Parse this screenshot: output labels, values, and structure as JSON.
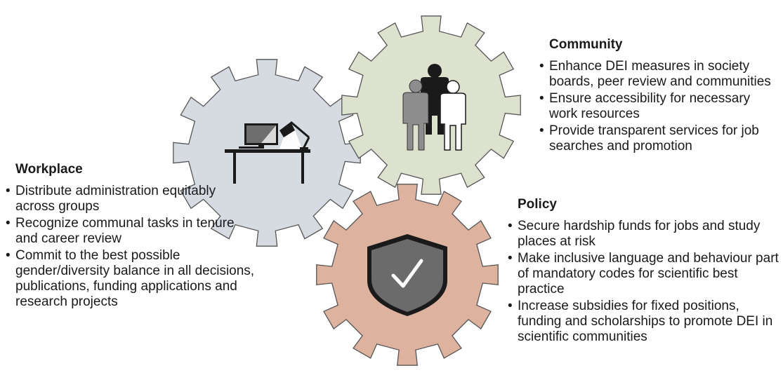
{
  "colors": {
    "workplace_gear": "#d5dbe1",
    "community_gear": "#dde2cf",
    "policy_gear": "#ddb3a0",
    "gear_outline": "#555555",
    "shield": "#6b6b6b",
    "person_dark": "#1a1a1a",
    "person_gray": "#8d8d8d"
  },
  "icons": {
    "workplace": "desk-computer-lamp-icon",
    "community": "group-of-people-icon",
    "policy": "shield-check-icon"
  },
  "community": {
    "title": "Community",
    "items": [
      "Enhance DEI measures in society boards, peer review and communities",
      "Ensure accessibility for necessary work resources",
      "Provide transparent services for job searches and promotion"
    ]
  },
  "workplace": {
    "title": "Workplace",
    "items": [
      "Distribute administration equitably across groups",
      "Recognize communal tasks in tenure and career review",
      "Commit to the best possible gender/diversity balance in all decisions, publications, funding applications and research projects"
    ]
  },
  "policy": {
    "title": "Policy",
    "items": [
      "Secure hardship funds for jobs and study places at risk",
      "Make inclusive language and behaviour part of mandatory codes for scientific best practice",
      "Increase subsidies for fixed positions, funding and scholarships to promote DEI in scientific communities"
    ]
  }
}
